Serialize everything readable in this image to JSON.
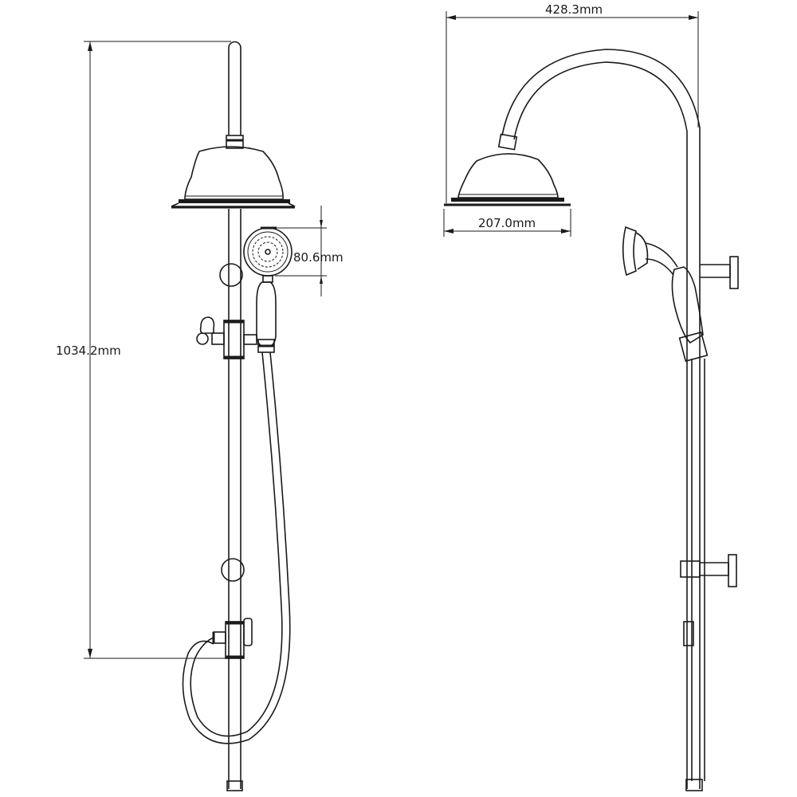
{
  "drawing": {
    "front_view": {
      "overall_height_label": "1034.2mm",
      "hand_shower_diameter_label": "80.6mm"
    },
    "side_view": {
      "overall_width_label": "428.3mm",
      "head_diameter_label": "207.0mm"
    }
  }
}
